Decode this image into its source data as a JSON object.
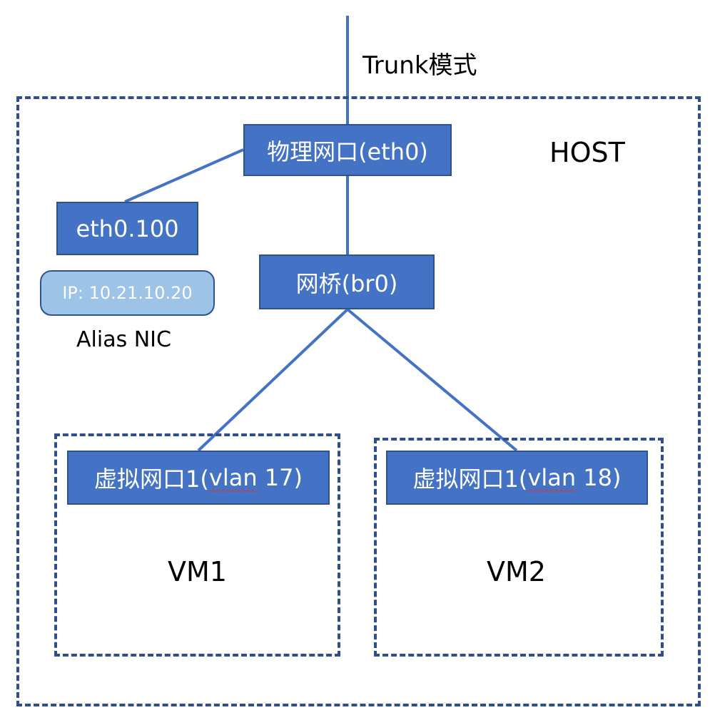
{
  "trunk_label": "Trunk模式",
  "host_label": "HOST",
  "physical_nic": "物理网口(eth0)",
  "vlan_sub_nic": "eth0.100",
  "alias_ip": "IP: 10.21.10.20",
  "alias_label": "Alias NIC",
  "bridge": "网桥(br0)",
  "vm1": {
    "nic_prefix": "虚拟网口1(",
    "nic_underlined": "vlan",
    "nic_suffix": " 17)",
    "label": "VM1"
  },
  "vm2": {
    "nic_prefix": "虚拟网口1(",
    "nic_underlined": "vlan",
    "nic_suffix": " 18)",
    "label": "VM2"
  },
  "colors": {
    "node_fill": "#4472c4",
    "node_border": "#2f528f",
    "pill_fill": "#9dc3e6",
    "dash_border": "#2f4e8c",
    "line": "#4472c4"
  }
}
